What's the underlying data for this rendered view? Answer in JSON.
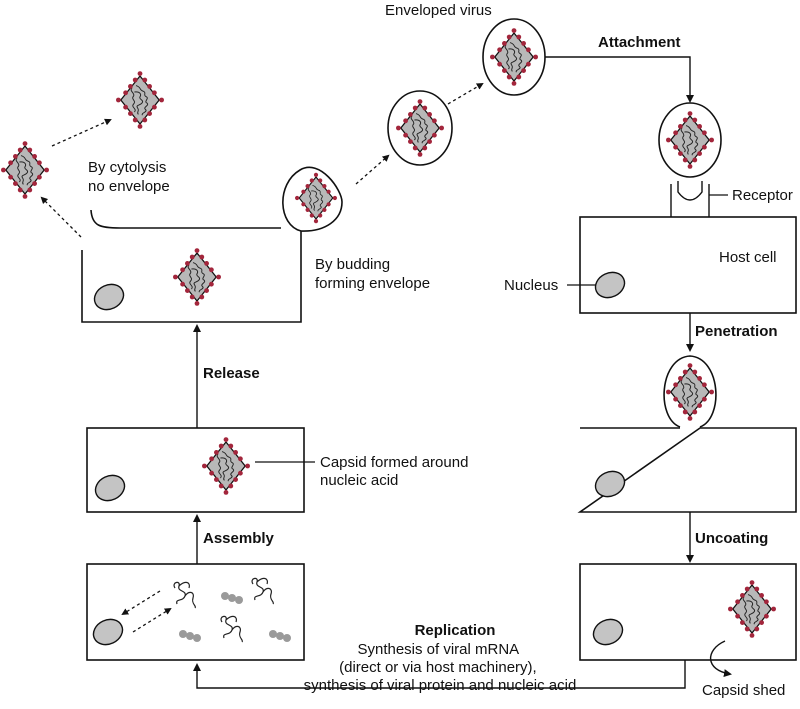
{
  "labels": {
    "enveloped_virus": "Enveloped virus",
    "attachment": "Attachment",
    "receptor": "Receptor",
    "host_cell": "Host cell",
    "nucleus": "Nucleus",
    "penetration": "Penetration",
    "uncoating": "Uncoating",
    "capsid_shed": "Capsid shed",
    "replication": "Replication",
    "replication_detail": [
      "Synthesis of viral mRNA",
      "(direct or via host machinery),",
      "synthesis of viral protein and nucleic acid"
    ],
    "assembly": "Assembly",
    "capsid_formed": [
      "Capsid formed around",
      "nucleic acid"
    ],
    "release": "Release",
    "by_budding": [
      "By budding",
      "forming envelope"
    ],
    "by_cytolysis": [
      "By cytolysis",
      "no envelope"
    ]
  },
  "colors": {
    "spike": "#a3263c",
    "capsid_fill": "#b8b8b8",
    "nucleus_fill": "#c4c4c4",
    "protein_fill": "#9a9a9a",
    "line": "#111111"
  }
}
